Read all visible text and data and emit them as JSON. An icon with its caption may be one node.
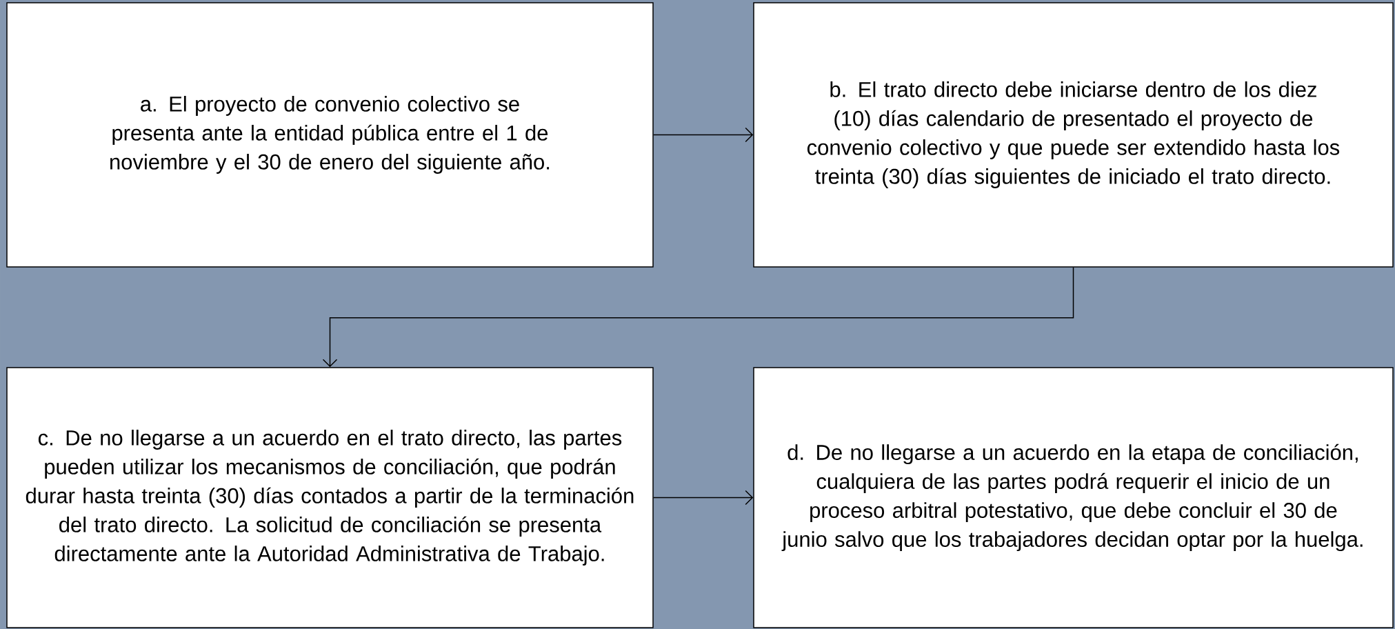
{
  "diagram": {
    "nodes": [
      {
        "text": [
          "a. El proyecto de convenio colectivo se presenta ante la entidad pública entre el 1 de noviembre y el 30 de enero del siguiente año."
        ]
      },
      {
        "text": [
          "b. El trato directo debe iniciarse dentro de los diez (10) días calendario de presentado el proyecto de convenio colectivo y que puede ser extendido hasta los treinta (30) días siguientes de iniciado el trato directo."
        ]
      },
      {
        "text": [
          "c. De no llegarse a un acuerdo en el trato directo, las partes pueden utilizar los mecanismos de conciliación, que podrán durar hasta treinta (30) días contados a partir de la terminación del trato directo. La solicitud de conciliación se presenta directamente ante la Autoridad Administrativa de Trabajo."
        ]
      },
      {
        "text": [
          "d. De no llegarse a un acuerdo en la etapa de conciliación, cualquiera de las partes podrá requerir el inicio de un proceso arbitral potestativo, que debe concluir el 30 de junio salvo que los trabajadores decidan optar por la huelga."
        ]
      }
    ],
    "edges": [
      {
        "from": 0,
        "to": 1,
        "arrow": "to"
      },
      {
        "from": 1,
        "to": 2,
        "arrow": "to"
      },
      {
        "from": 2,
        "to": 3,
        "arrow": "to"
      }
    ]
  }
}
